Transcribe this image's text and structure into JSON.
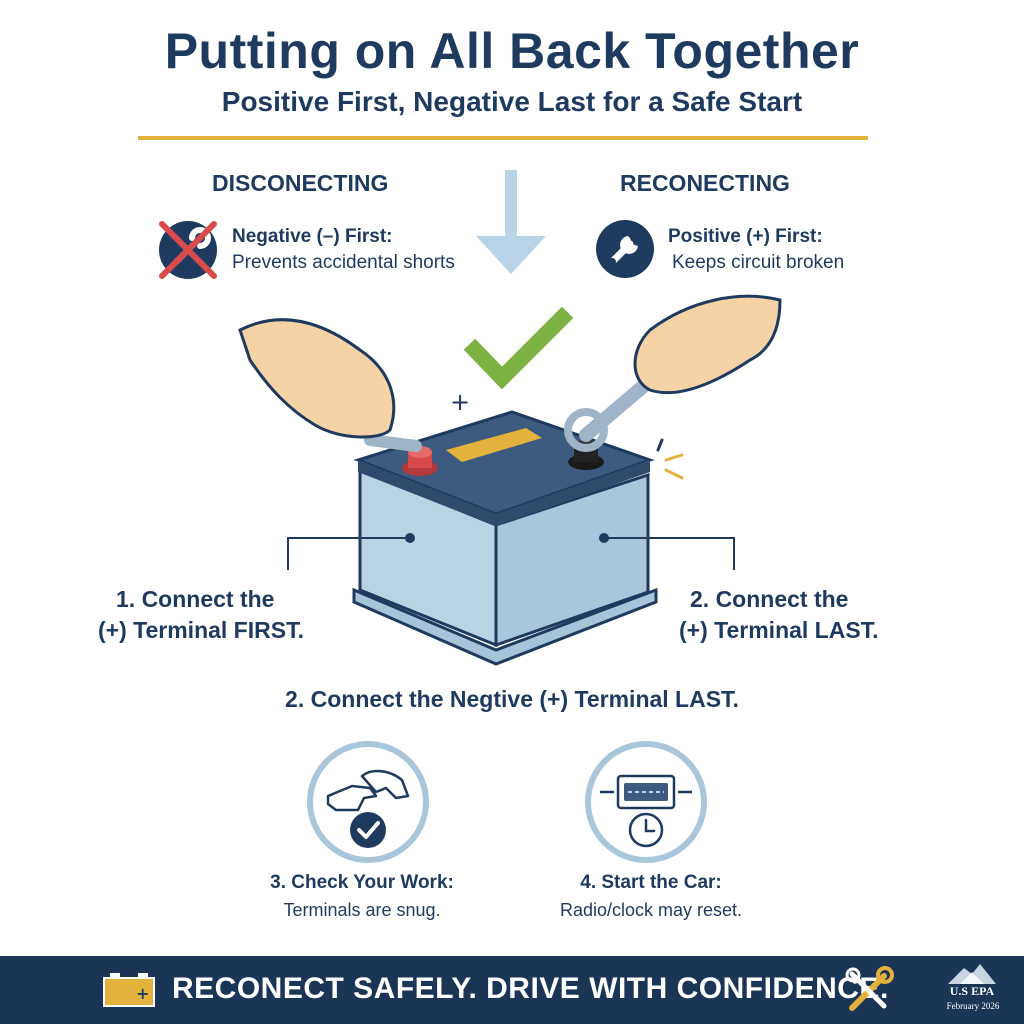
{
  "header": {
    "title": "Putting on All Back Together",
    "subtitle": "Positive First, Negative Last for a Safe Start"
  },
  "columns": {
    "left": {
      "heading": "DISCONECTING",
      "tip_bold": "Negative (–) First:",
      "tip_text": "Prevents accidental shorts",
      "icon": "no-wrench-icon"
    },
    "right": {
      "heading": "RECONECTING",
      "tip_bold": "Positive (+) First:",
      "tip_text": "Keeps circuit broken",
      "icon": "wrench-icon"
    }
  },
  "diagram": {
    "plus_sign": "+",
    "step1_line1": "1. Connect the",
    "step1_line2": "(+) Terminal FIRST.",
    "step2_line1": "2. Connect the",
    "step2_line2": "(+) Terminal LAST."
  },
  "middle_caption": "2. Connect the Negtive (+) Terminal LAST.",
  "checks": [
    {
      "title": "3. Check Your Work:",
      "body": "Terminals are snug.",
      "icon": "hands-tightening-icon"
    },
    {
      "title": "4. Start the Car:",
      "body": "Radio/clock may reset.",
      "icon": "radio-clock-icon"
    }
  ],
  "footer": {
    "banner": "RECONECT SAFELY. DRIVE WITH CONFIDENCE.",
    "logo_line1": "U.S EPA",
    "logo_line2": "February 2026"
  },
  "colors": {
    "navy": "#1f3a5f",
    "accent_gold": "#e3b23c",
    "check_green": "#7cb342",
    "no_red": "#d94a4a",
    "battery_body": "#b9d3e3",
    "battery_top": "#3d5a80"
  }
}
